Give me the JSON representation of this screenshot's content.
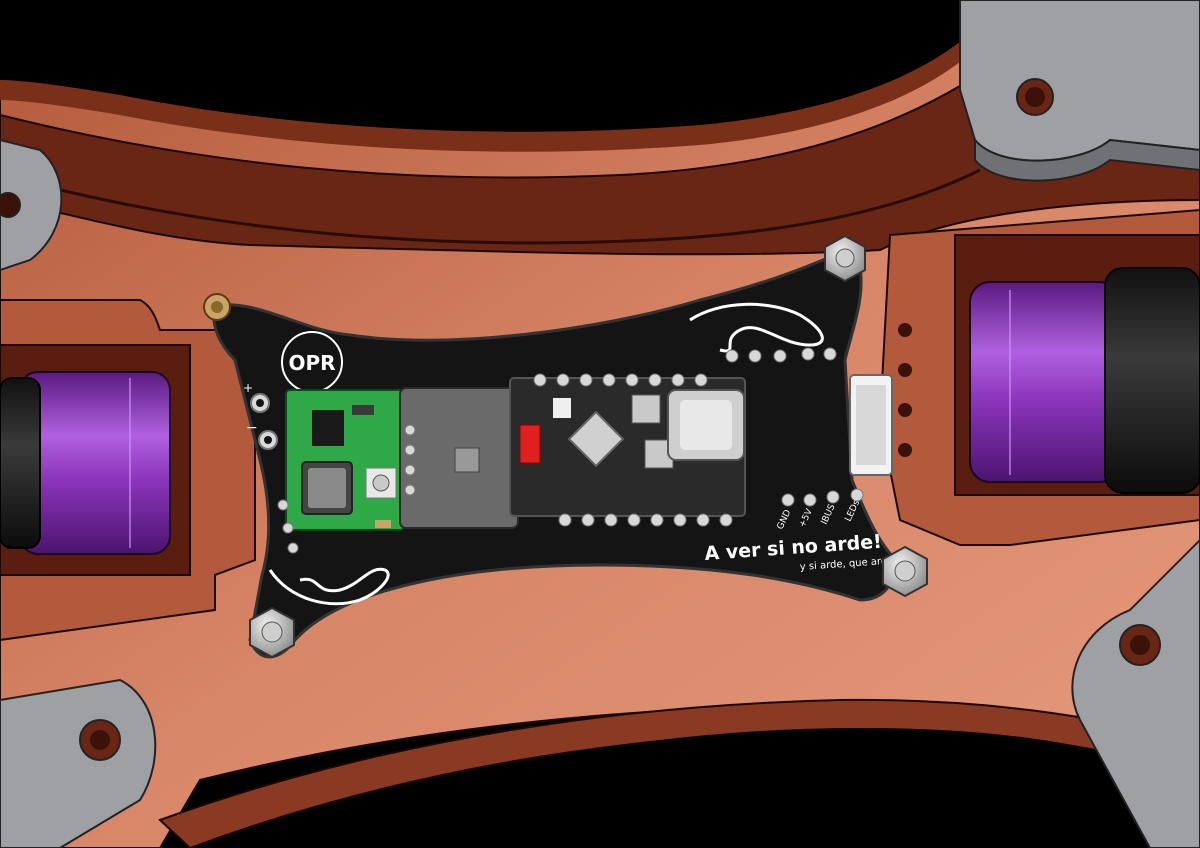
{
  "board": {
    "logo_text": "OPR",
    "slogan": "A ver si no arde!",
    "subslogan": "y si arde, que arda",
    "pin_labels": [
      "GND",
      "+5V",
      "IBUS",
      "LEDs"
    ],
    "plus_mark": "+",
    "minus_mark": "−"
  },
  "colors": {
    "frame": "#c76a4c",
    "frame_dark": "#5a1e10",
    "pcb": "#141414",
    "motor": "#8a2fb3",
    "regulator_pcb": "#2fa848",
    "arm": "#9ea0a3"
  }
}
